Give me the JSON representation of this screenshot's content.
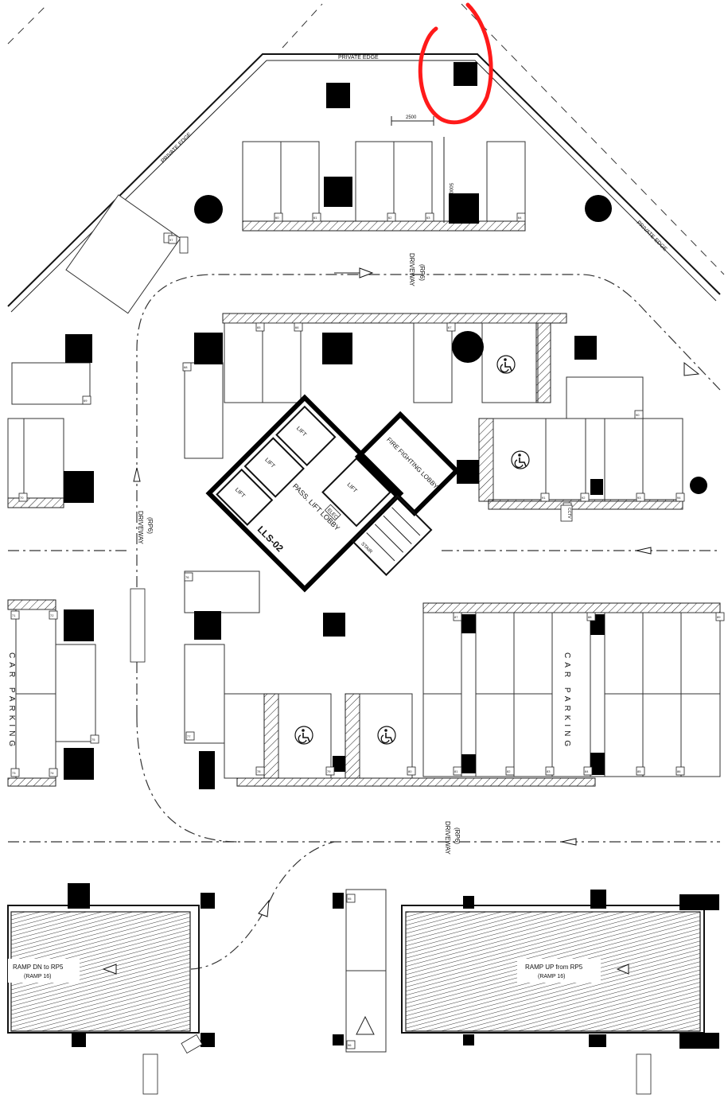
{
  "labels": {
    "private_edge_top": "PRIVATE EDGE",
    "private_edge_left": "PRIVATE EDGE",
    "private_edge_right": "PRIVATE EDGE",
    "dim_2500": "2500",
    "dim_5000": "5000",
    "driveway_top": "DRIVEWAY",
    "rp6_top": "(RP6)",
    "driveway_left": "DRIVEWAY",
    "rp6_left": "(RP6)",
    "driveway_bottom": "DRIVEWAY",
    "rp6_bottom": "(RP6)",
    "core_id": "LLS-02",
    "pass_lift_lobby": "PASS. LIFT LOBBY",
    "firefighting_lobby": "FIRE FIGHTING LOBBY",
    "car_parking_left": "CAR PARKING",
    "car_parking_right": "CAR PARKING",
    "ramp_down": "RAMP DN to RP5",
    "ramp_down_sub": "(RAMP 16)",
    "ramp_up": "RAMP UP from RP5",
    "ramp_up_sub": "(RAMP 16)",
    "cctv": "CCTV",
    "elec": "ELEC",
    "lift_tag_1": "LIFT",
    "lift_tag_2": "LIFT",
    "lift_tag_3": "LIFT",
    "lift_tag_4": "LIFT",
    "stair_tag": "STAIR"
  },
  "bay_numbers": [
    "60",
    "61",
    "62",
    "63",
    "64",
    "65",
    "66",
    "67",
    "68",
    "69",
    "70",
    "71",
    "72",
    "73",
    "74",
    "75",
    "76",
    "77",
    "78",
    "79",
    "80",
    "81",
    "82",
    "83",
    "84",
    "85",
    "86",
    "87",
    "88",
    "89",
    "90",
    "91",
    "92",
    "93",
    "94",
    "95",
    "96",
    "97",
    "98",
    "99",
    "100",
    "101",
    "102",
    "103",
    "104",
    "105",
    "106",
    "107",
    "108",
    "109",
    "110",
    "111",
    "112",
    "113",
    "114",
    "115",
    "116",
    "117",
    "118",
    "119",
    "120"
  ],
  "colors": {
    "linework": "#111111",
    "markup": "#ff1a1a",
    "background": "#ffffff"
  },
  "icons": {
    "accessible_bay": "wheelchair-icon",
    "flow_arrow": "arrow-icon",
    "camera": "cctv-camera-icon",
    "markup": "red-cloud-markup"
  }
}
